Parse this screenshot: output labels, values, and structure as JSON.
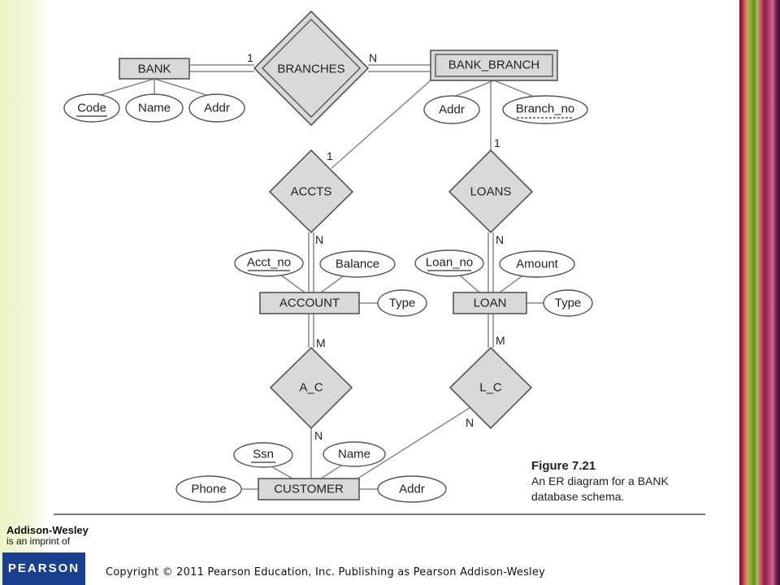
{
  "entities": {
    "bank": "BANK",
    "bank_branch": "BANK_BRANCH",
    "account": "ACCOUNT",
    "loan": "LOAN",
    "customer": "CUSTOMER"
  },
  "relationships": {
    "branches": "BRANCHES",
    "accts": "ACCTS",
    "loans": "LOANS",
    "a_c": "A_C",
    "l_c": "L_C"
  },
  "attributes": {
    "bank_code": "Code",
    "bank_name": "Name",
    "bank_addr": "Addr",
    "branch_addr": "Addr",
    "branch_no": "Branch_no",
    "acct_no": "Acct_no",
    "balance": "Balance",
    "account_type": "Type",
    "loan_no": "Loan_no",
    "amount": "Amount",
    "loan_type": "Type",
    "ssn": "Ssn",
    "customer_name": "Name",
    "phone": "Phone",
    "customer_addr": "Addr"
  },
  "cardinalities": {
    "branches_bank": "1",
    "branches_branch": "N",
    "accts_branch": "1",
    "accts_account": "N",
    "loans_branch": "1",
    "loans_loan": "N",
    "a_c_account": "M",
    "a_c_customer": "N",
    "l_c_loan": "M",
    "l_c_customer": "N"
  },
  "caption": {
    "figure": "Figure 7.21",
    "line1": "An ER diagram for a BANK",
    "line2": "database schema."
  },
  "footer": {
    "publisher_line1": "Addison-Wesley",
    "publisher_line2": "is an imprint of",
    "publisher_logo": "PEARSON",
    "copyright": "Copyright © 2011 Pearson Education, Inc. Publishing as Pearson Addison-Wesley"
  }
}
